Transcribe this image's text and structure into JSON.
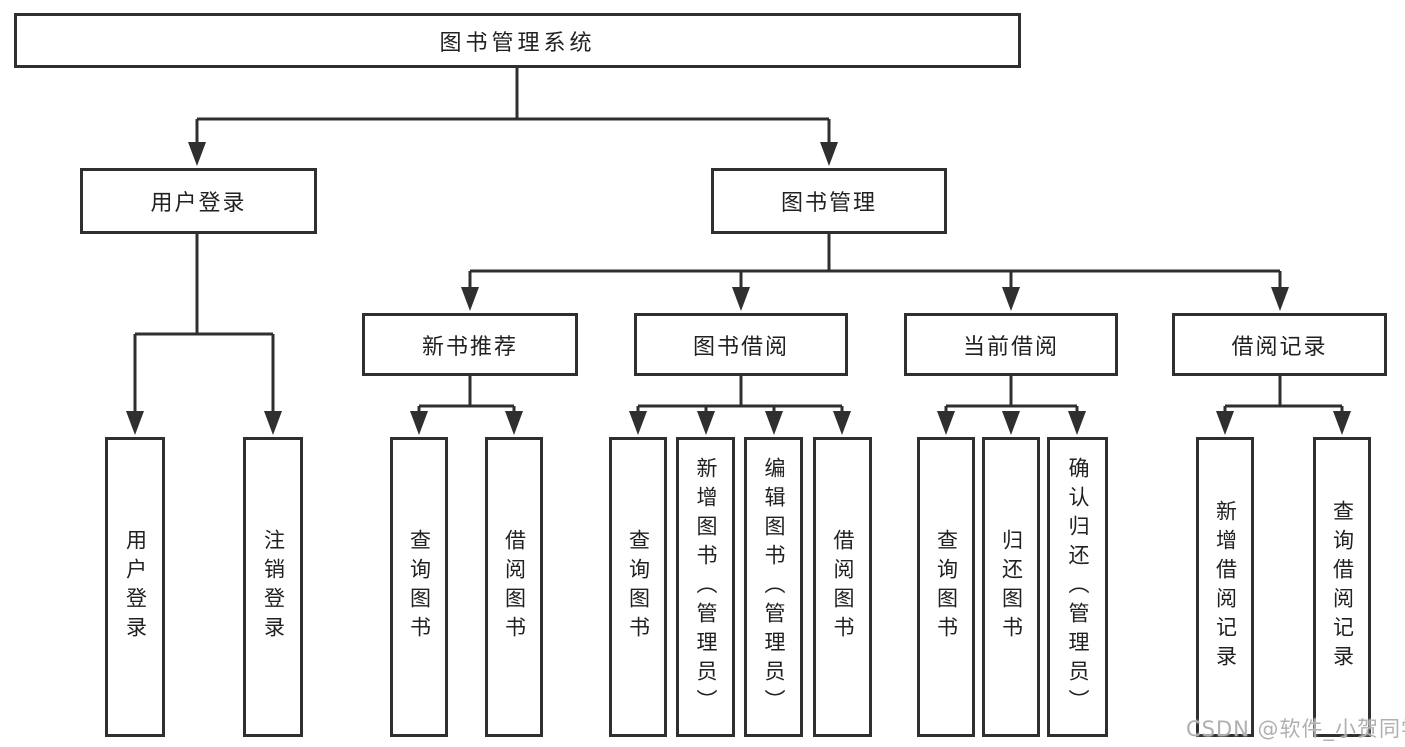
{
  "diagram": {
    "root": "图书管理系统",
    "branches": [
      {
        "label": "用户登录",
        "children": [
          "用户登录",
          "注销登录"
        ]
      },
      {
        "label": "图书管理",
        "groups": [
          {
            "label": "新书推荐",
            "children": [
              "查询图书",
              "借阅图书"
            ]
          },
          {
            "label": "图书借阅",
            "children": [
              "查询图书",
              "新增图书（管理员）",
              "编辑图书（管理员）",
              "借阅图书"
            ]
          },
          {
            "label": "当前借阅",
            "children": [
              "查询图书",
              "归还图书",
              "确认归还（管理员）"
            ]
          },
          {
            "label": "借阅记录",
            "children": [
              "新增借阅记录",
              "查询借阅记录"
            ]
          }
        ]
      }
    ]
  },
  "watermark": "CSDN @软件_小贺同学",
  "colors": {
    "line": "#2f2f2f",
    "text": "#212121",
    "watermark": "#b0b0b0"
  }
}
